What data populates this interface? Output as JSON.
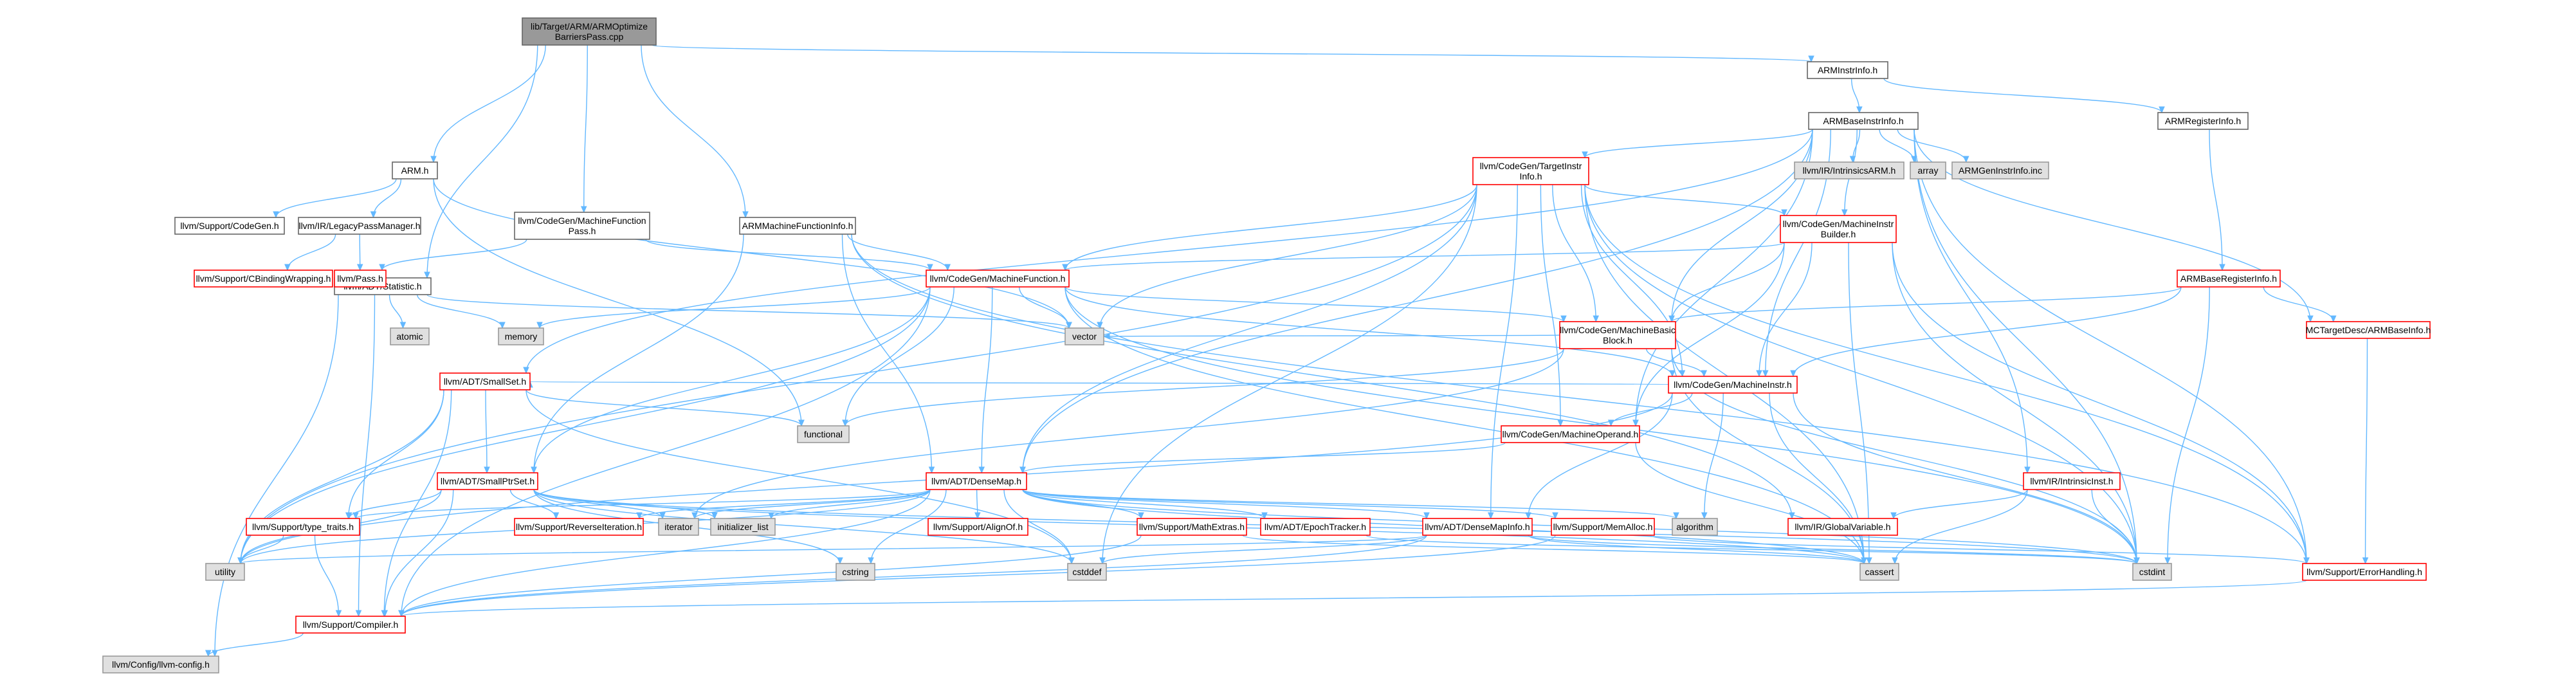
{
  "diagram": {
    "nodes": [
      {
        "id": "root",
        "lines": [
          "lib/Target/ARM/ARMOptimize",
          "BarriersPass.cpp"
        ],
        "style": "root"
      },
      {
        "id": "arm_h",
        "lines": [
          "ARM.h"
        ],
        "style": "plain"
      },
      {
        "id": "mfp",
        "lines": [
          "llvm/CodeGen/MachineFunction",
          "Pass.h"
        ],
        "style": "plain"
      },
      {
        "id": "armmfi",
        "lines": [
          "ARMMachineFunctionInfo.h"
        ],
        "style": "plain"
      },
      {
        "id": "statistic",
        "lines": [
          "llvm/ADT/Statistic.h"
        ],
        "style": "plain"
      },
      {
        "id": "arminstrinfo",
        "lines": [
          "ARMInstrInfo.h"
        ],
        "style": "plain"
      },
      {
        "id": "armbaseinstrinfo",
        "lines": [
          "ARMBaseInstrInfo.h"
        ],
        "style": "plain"
      },
      {
        "id": "armregisterinfo",
        "lines": [
          "ARMRegisterInfo.h"
        ],
        "style": "plain"
      },
      {
        "id": "codegen",
        "lines": [
          "llvm/Support/CodeGen.h"
        ],
        "style": "plain"
      },
      {
        "id": "legacypm",
        "lines": [
          "llvm/IR/LegacyPassManager.h"
        ],
        "style": "plain"
      },
      {
        "id": "cbinding",
        "lines": [
          "llvm/Support/CBindingWrapping.h"
        ],
        "style": "red"
      },
      {
        "id": "pass",
        "lines": [
          "llvm/Pass.h"
        ],
        "style": "red"
      },
      {
        "id": "atomic",
        "lines": [
          "atomic"
        ],
        "style": "gray"
      },
      {
        "id": "memory",
        "lines": [
          "memory"
        ],
        "style": "gray"
      },
      {
        "id": "vector",
        "lines": [
          "vector"
        ],
        "style": "gray"
      },
      {
        "id": "tii",
        "lines": [
          "llvm/CodeGen/TargetInstr",
          "Info.h"
        ],
        "style": "red"
      },
      {
        "id": "intrinsicsarm",
        "lines": [
          "llvm/IR/IntrinsicsARM.h"
        ],
        "style": "gray"
      },
      {
        "id": "array",
        "lines": [
          "array"
        ],
        "style": "gray"
      },
      {
        "id": "armgeninstrinfo",
        "lines": [
          "ARMGenInstrInfo.inc"
        ],
        "style": "gray"
      },
      {
        "id": "mib",
        "lines": [
          "llvm/CodeGen/MachineInstr",
          "Builder.h"
        ],
        "style": "red"
      },
      {
        "id": "mf",
        "lines": [
          "llvm/CodeGen/MachineFunction.h"
        ],
        "style": "red"
      },
      {
        "id": "armbaseregisterinfo",
        "lines": [
          "ARMBaseRegisterInfo.h"
        ],
        "style": "red"
      },
      {
        "id": "mcarmbaseinfo",
        "lines": [
          "MCTargetDesc/ARMBaseInfo.h"
        ],
        "style": "red"
      },
      {
        "id": "mbb",
        "lines": [
          "llvm/CodeGen/MachineBasic",
          "Block.h"
        ],
        "style": "red"
      },
      {
        "id": "mi",
        "lines": [
          "llvm/CodeGen/MachineInstr.h"
        ],
        "style": "red"
      },
      {
        "id": "smallset",
        "lines": [
          "llvm/ADT/SmallSet.h"
        ],
        "style": "red"
      },
      {
        "id": "mo",
        "lines": [
          "llvm/CodeGen/MachineOperand.h"
        ],
        "style": "red"
      },
      {
        "id": "functional",
        "lines": [
          "functional"
        ],
        "style": "gray"
      },
      {
        "id": "smallptrset",
        "lines": [
          "llvm/ADT/SmallPtrSet.h"
        ],
        "style": "red"
      },
      {
        "id": "densemap",
        "lines": [
          "llvm/ADT/DenseMap.h"
        ],
        "style": "red"
      },
      {
        "id": "intrinsicinst",
        "lines": [
          "llvm/IR/IntrinsicInst.h"
        ],
        "style": "red"
      },
      {
        "id": "typetraits",
        "lines": [
          "llvm/Support/type_traits.h"
        ],
        "style": "red"
      },
      {
        "id": "reverseiter",
        "lines": [
          "llvm/Support/ReverseIteration.h"
        ],
        "style": "red"
      },
      {
        "id": "iterator",
        "lines": [
          "iterator"
        ],
        "style": "gray"
      },
      {
        "id": "initlist",
        "lines": [
          "initializer_list"
        ],
        "style": "gray"
      },
      {
        "id": "alignof",
        "lines": [
          "llvm/Support/AlignOf.h"
        ],
        "style": "red"
      },
      {
        "id": "mathextras",
        "lines": [
          "llvm/Support/MathExtras.h"
        ],
        "style": "red"
      },
      {
        "id": "epochtracker",
        "lines": [
          "llvm/ADT/EpochTracker.h"
        ],
        "style": "red"
      },
      {
        "id": "densemapinfo",
        "lines": [
          "llvm/ADT/DenseMapInfo.h"
        ],
        "style": "red"
      },
      {
        "id": "memalloc",
        "lines": [
          "llvm/Support/MemAlloc.h"
        ],
        "style": "red"
      },
      {
        "id": "algorithm",
        "lines": [
          "algorithm"
        ],
        "style": "gray"
      },
      {
        "id": "globalvariable",
        "lines": [
          "llvm/IR/GlobalVariable.h"
        ],
        "style": "red"
      },
      {
        "id": "utility",
        "lines": [
          "utility"
        ],
        "style": "gray"
      },
      {
        "id": "cstring",
        "lines": [
          "cstring"
        ],
        "style": "gray"
      },
      {
        "id": "cstddef",
        "lines": [
          "cstddef"
        ],
        "style": "gray"
      },
      {
        "id": "cassert",
        "lines": [
          "cassert"
        ],
        "style": "gray"
      },
      {
        "id": "cstdint",
        "lines": [
          "cstdint"
        ],
        "style": "gray"
      },
      {
        "id": "errorhandling",
        "lines": [
          "llvm/Support/ErrorHandling.h"
        ],
        "style": "red"
      },
      {
        "id": "compiler",
        "lines": [
          "llvm/Support/Compiler.h"
        ],
        "style": "red"
      },
      {
        "id": "llvmconfig",
        "lines": [
          "llvm/Config/llvm-config.h"
        ],
        "style": "gray"
      }
    ],
    "edges": [
      [
        "root",
        "arm_h"
      ],
      [
        "root",
        "mfp"
      ],
      [
        "root",
        "armmfi"
      ],
      [
        "root",
        "statistic"
      ],
      [
        "root",
        "arminstrinfo"
      ],
      [
        "arm_h",
        "codegen"
      ],
      [
        "arm_h",
        "legacypm"
      ],
      [
        "arm_h",
        "vector"
      ],
      [
        "arm_h",
        "functional"
      ],
      [
        "legacypm",
        "cbinding"
      ],
      [
        "legacypm",
        "pass"
      ],
      [
        "mfp",
        "pass"
      ],
      [
        "mfp",
        "mf"
      ],
      [
        "armmfi",
        "mf"
      ],
      [
        "armmfi",
        "smallptrset"
      ],
      [
        "armmfi",
        "densemap"
      ],
      [
        "armmfi",
        "errorhandling"
      ],
      [
        "armmfi",
        "globalvariable"
      ],
      [
        "statistic",
        "atomic"
      ],
      [
        "statistic",
        "memory"
      ],
      [
        "statistic",
        "vector"
      ],
      [
        "statistic",
        "compiler"
      ],
      [
        "statistic",
        "llvmconfig"
      ],
      [
        "arminstrinfo",
        "armbaseinstrinfo"
      ],
      [
        "arminstrinfo",
        "armregisterinfo"
      ],
      [
        "armregisterinfo",
        "armbaseregisterinfo"
      ],
      [
        "armbaseinstrinfo",
        "tii"
      ],
      [
        "armbaseinstrinfo",
        "intrinsicsarm"
      ],
      [
        "armbaseinstrinfo",
        "array"
      ],
      [
        "armbaseinstrinfo",
        "armgeninstrinfo"
      ],
      [
        "armbaseinstrinfo",
        "mib"
      ],
      [
        "armbaseinstrinfo",
        "mbb"
      ],
      [
        "armbaseinstrinfo",
        "mi"
      ],
      [
        "armbaseinstrinfo",
        "mo"
      ],
      [
        "armbaseinstrinfo",
        "densemap"
      ],
      [
        "armbaseinstrinfo",
        "smallset"
      ],
      [
        "armbaseinstrinfo",
        "intrinsicinst"
      ],
      [
        "armbaseinstrinfo",
        "mcarmbaseinfo"
      ],
      [
        "armbaseinstrinfo",
        "cstdint"
      ],
      [
        "armbaseinstrinfo",
        "errorhandling"
      ],
      [
        "tii",
        "mib"
      ],
      [
        "tii",
        "mf"
      ],
      [
        "tii",
        "mbb"
      ],
      [
        "tii",
        "mi"
      ],
      [
        "tii",
        "mo"
      ],
      [
        "tii",
        "densemap"
      ],
      [
        "tii",
        "densemapinfo"
      ],
      [
        "tii",
        "vector"
      ],
      [
        "tii",
        "cassert"
      ],
      [
        "tii",
        "cstddef"
      ],
      [
        "tii",
        "cstdint"
      ],
      [
        "tii",
        "utility"
      ],
      [
        "tii",
        "errorhandling"
      ],
      [
        "mib",
        "mf"
      ],
      [
        "mib",
        "mbb"
      ],
      [
        "mib",
        "mi"
      ],
      [
        "mib",
        "mo"
      ],
      [
        "mib",
        "cassert"
      ],
      [
        "mib",
        "cstdint"
      ],
      [
        "mib",
        "errorhandling"
      ],
      [
        "mf",
        "mbb"
      ],
      [
        "mf",
        "mi"
      ],
      [
        "mf",
        "densemap"
      ],
      [
        "mf",
        "vector"
      ],
      [
        "mf",
        "memory"
      ],
      [
        "mf",
        "utility"
      ],
      [
        "mf",
        "functional"
      ],
      [
        "mf",
        "cassert"
      ],
      [
        "mf",
        "cstdint"
      ],
      [
        "mf",
        "compiler"
      ],
      [
        "mf",
        "smallptrset"
      ],
      [
        "armbaseregisterinfo",
        "mcarmbaseinfo"
      ],
      [
        "armbaseregisterinfo",
        "mbb"
      ],
      [
        "armbaseregisterinfo",
        "mi"
      ],
      [
        "armbaseregisterinfo",
        "cstdint"
      ],
      [
        "mcarmbaseinfo",
        "errorhandling"
      ],
      [
        "mbb",
        "mi"
      ],
      [
        "mbb",
        "vector"
      ],
      [
        "mbb",
        "functional"
      ],
      [
        "mbb",
        "cassert"
      ],
      [
        "mbb",
        "cstdint"
      ],
      [
        "mbb",
        "iterator"
      ],
      [
        "mi",
        "mo"
      ],
      [
        "mi",
        "smallset"
      ],
      [
        "mi",
        "densemapinfo"
      ],
      [
        "mi",
        "algorithm"
      ],
      [
        "mi",
        "cassert"
      ],
      [
        "mi",
        "cstdint"
      ],
      [
        "mi",
        "utility"
      ],
      [
        "mo",
        "densemap"
      ],
      [
        "mo",
        "cassert"
      ],
      [
        "smallset",
        "smallptrset"
      ],
      [
        "smallset",
        "typetraits"
      ],
      [
        "smallset",
        "compiler"
      ],
      [
        "smallset",
        "functional"
      ],
      [
        "smallset",
        "utility"
      ],
      [
        "smallset",
        "cstddef"
      ],
      [
        "smallptrset",
        "reverseiter"
      ],
      [
        "smallptrset",
        "typetraits"
      ],
      [
        "smallptrset",
        "compiler"
      ],
      [
        "smallptrset",
        "iterator"
      ],
      [
        "smallptrset",
        "initlist"
      ],
      [
        "smallptrset",
        "utility"
      ],
      [
        "smallptrset",
        "cstring"
      ],
      [
        "smallptrset",
        "cstddef"
      ],
      [
        "smallptrset",
        "cassert"
      ],
      [
        "smallptrset",
        "cstdint"
      ],
      [
        "densemap",
        "alignof"
      ],
      [
        "densemap",
        "mathextras"
      ],
      [
        "densemap",
        "epochtracker"
      ],
      [
        "densemap",
        "densemapinfo"
      ],
      [
        "densemap",
        "memalloc"
      ],
      [
        "densemap",
        "reverseiter"
      ],
      [
        "densemap",
        "typetraits"
      ],
      [
        "densemap",
        "compiler"
      ],
      [
        "densemap",
        "iterator"
      ],
      [
        "densemap",
        "initlist"
      ],
      [
        "densemap",
        "algorithm"
      ],
      [
        "densemap",
        "utility"
      ],
      [
        "densemap",
        "cstring"
      ],
      [
        "densemap",
        "cstddef"
      ],
      [
        "densemap",
        "cassert"
      ],
      [
        "densemap",
        "cstdint"
      ],
      [
        "intrinsicinst",
        "globalvariable"
      ],
      [
        "intrinsicinst",
        "cassert"
      ],
      [
        "intrinsicinst",
        "cstdint"
      ],
      [
        "typetraits",
        "utility"
      ],
      [
        "typetraits",
        "compiler"
      ],
      [
        "mathextras",
        "compiler"
      ],
      [
        "mathextras",
        "cassert"
      ],
      [
        "epochtracker",
        "cstdint"
      ],
      [
        "densemapinfo",
        "cassert"
      ],
      [
        "densemapinfo",
        "cstddef"
      ],
      [
        "densemapinfo",
        "cstdint"
      ],
      [
        "densemapinfo",
        "utility"
      ],
      [
        "densemapinfo",
        "compiler"
      ],
      [
        "memalloc",
        "compiler"
      ],
      [
        "memalloc",
        "errorhandling"
      ],
      [
        "errorhandling",
        "compiler"
      ],
      [
        "compiler",
        "llvmconfig"
      ]
    ]
  }
}
